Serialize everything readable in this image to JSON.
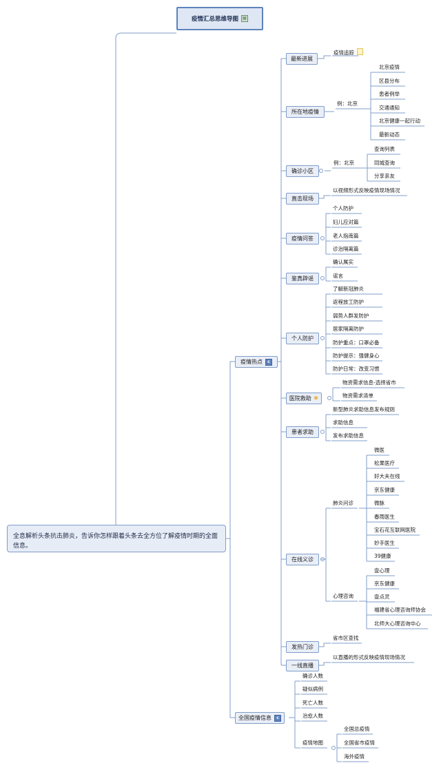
{
  "root": {
    "label": "疫情汇总思维导图"
  },
  "central": {
    "text": "全息解析头条抗击肺炎，告诉你怎样跟着头条去全方位了解疫情时期的全面信息。"
  },
  "hot": {
    "label": "疫情热点",
    "latest": {
      "label": "最新进展",
      "child": "疫情追踪"
    },
    "local": {
      "label": "所在地疫情",
      "mid": "例：北京",
      "items": [
        "北京疫情",
        "区县分布",
        "患者例举",
        "交通通知",
        "北京健康一起行动",
        "最新动态"
      ]
    },
    "community": {
      "label": "确诊小区",
      "mid": "例：北京",
      "items": [
        "查询列表",
        "同城查询",
        "分享亲友"
      ]
    },
    "live": {
      "label": "直击现场",
      "child": "以视频形式反映疫情现场情况"
    },
    "qa": {
      "label": "疫情问答",
      "items": [
        "个人防护",
        "妇儿应对篇",
        "老人指南篇",
        "诊治隔离篇"
      ]
    },
    "rumor": {
      "label": "鉴真辟谣",
      "items": [
        "确认属实",
        "谣言"
      ]
    },
    "protect": {
      "label": "个人防护",
      "items": [
        "了解新冠肺炎",
        "返程放工防护",
        "弱势人群发防护",
        "居家隔离防护",
        "防护重点：口罩必备",
        "防护提示：强健身心",
        "防护日常：改变习惯"
      ]
    },
    "hospital": {
      "label": "医院救助",
      "items": [
        "物资需求信息-选择省市",
        "物资需求清单"
      ]
    },
    "patient": {
      "label": "患者求助",
      "items": [
        "新型肺炎求助信息发布规则",
        "求助信息",
        "发布求助信息"
      ]
    },
    "online": {
      "label": "在线义诊",
      "pneumonia": {
        "label": "肺炎问诊",
        "items": [
          "微医",
          "松果医疗",
          "好大夫在线",
          "京东健康",
          "微脉",
          "春雨医生",
          "宝石花互联网医院",
          "妙手医生",
          "39健康"
        ]
      },
      "psych": {
        "label": "心理咨询",
        "items": [
          "壹心理",
          "京东健康",
          "壹点灵",
          "福建省心理咨询师协会",
          "北师大心理咨询中心"
        ]
      }
    },
    "fever": {
      "label": "发热门诊",
      "child": "省市区查找"
    },
    "frontline": {
      "label": "一线直播",
      "child": "以直播的形式反映疫情现场情况"
    }
  },
  "national": {
    "label": "全国疫情信息",
    "items": [
      "确诊人数",
      "疑似病例",
      "死亡人数",
      "治愈人数"
    ],
    "map": {
      "label": "疫情地图",
      "items": [
        "全国总疫情",
        "全国省市疫情",
        "海外疫情"
      ]
    }
  }
}
